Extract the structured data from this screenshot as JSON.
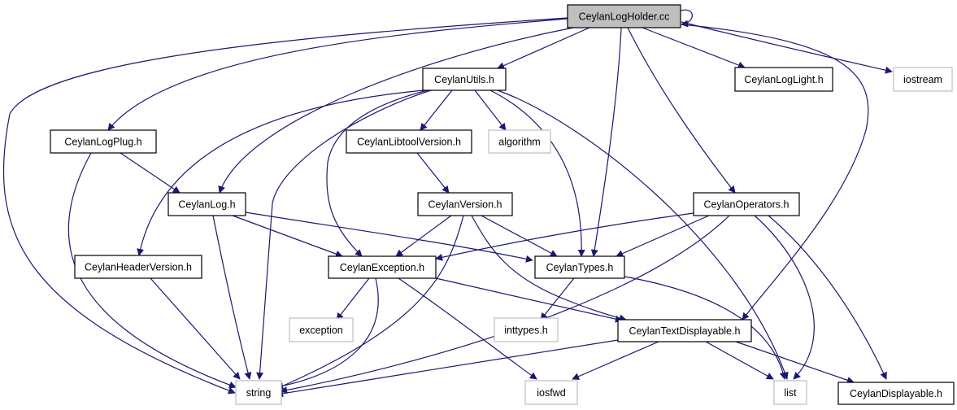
{
  "colors": {
    "edge": "#191970",
    "node_border": "#000000",
    "external_border": "#bfbfbf",
    "root_fill": "#bfbfbf",
    "node_fill": "#ffffff"
  },
  "nodes": {
    "logholder": {
      "label": "CeylanLogHolder.cc",
      "kind": "root"
    },
    "utils": {
      "label": "CeylanUtils.h",
      "kind": "header"
    },
    "loglight": {
      "label": "CeylanLogLight.h",
      "kind": "header"
    },
    "iostream": {
      "label": "iostream",
      "kind": "external"
    },
    "logplug": {
      "label": "CeylanLogPlug.h",
      "kind": "header"
    },
    "libtool": {
      "label": "CeylanLibtoolVersion.h",
      "kind": "header"
    },
    "algorithm": {
      "label": "algorithm",
      "kind": "external"
    },
    "log": {
      "label": "CeylanLog.h",
      "kind": "header"
    },
    "version": {
      "label": "CeylanVersion.h",
      "kind": "header"
    },
    "operators": {
      "label": "CeylanOperators.h",
      "kind": "header"
    },
    "headerversion": {
      "label": "CeylanHeaderVersion.h",
      "kind": "header"
    },
    "exception": {
      "label": "CeylanException.h",
      "kind": "header"
    },
    "types": {
      "label": "CeylanTypes.h",
      "kind": "header"
    },
    "exc": {
      "label": "exception",
      "kind": "external"
    },
    "inttypes": {
      "label": "inttypes.h",
      "kind": "external"
    },
    "textdisplayable": {
      "label": "CeylanTextDisplayable.h",
      "kind": "header"
    },
    "string": {
      "label": "string",
      "kind": "external"
    },
    "iosfwd": {
      "label": "iosfwd",
      "kind": "external"
    },
    "list": {
      "label": "list",
      "kind": "external"
    },
    "displayable": {
      "label": "CeylanDisplayable.h",
      "kind": "header"
    }
  }
}
